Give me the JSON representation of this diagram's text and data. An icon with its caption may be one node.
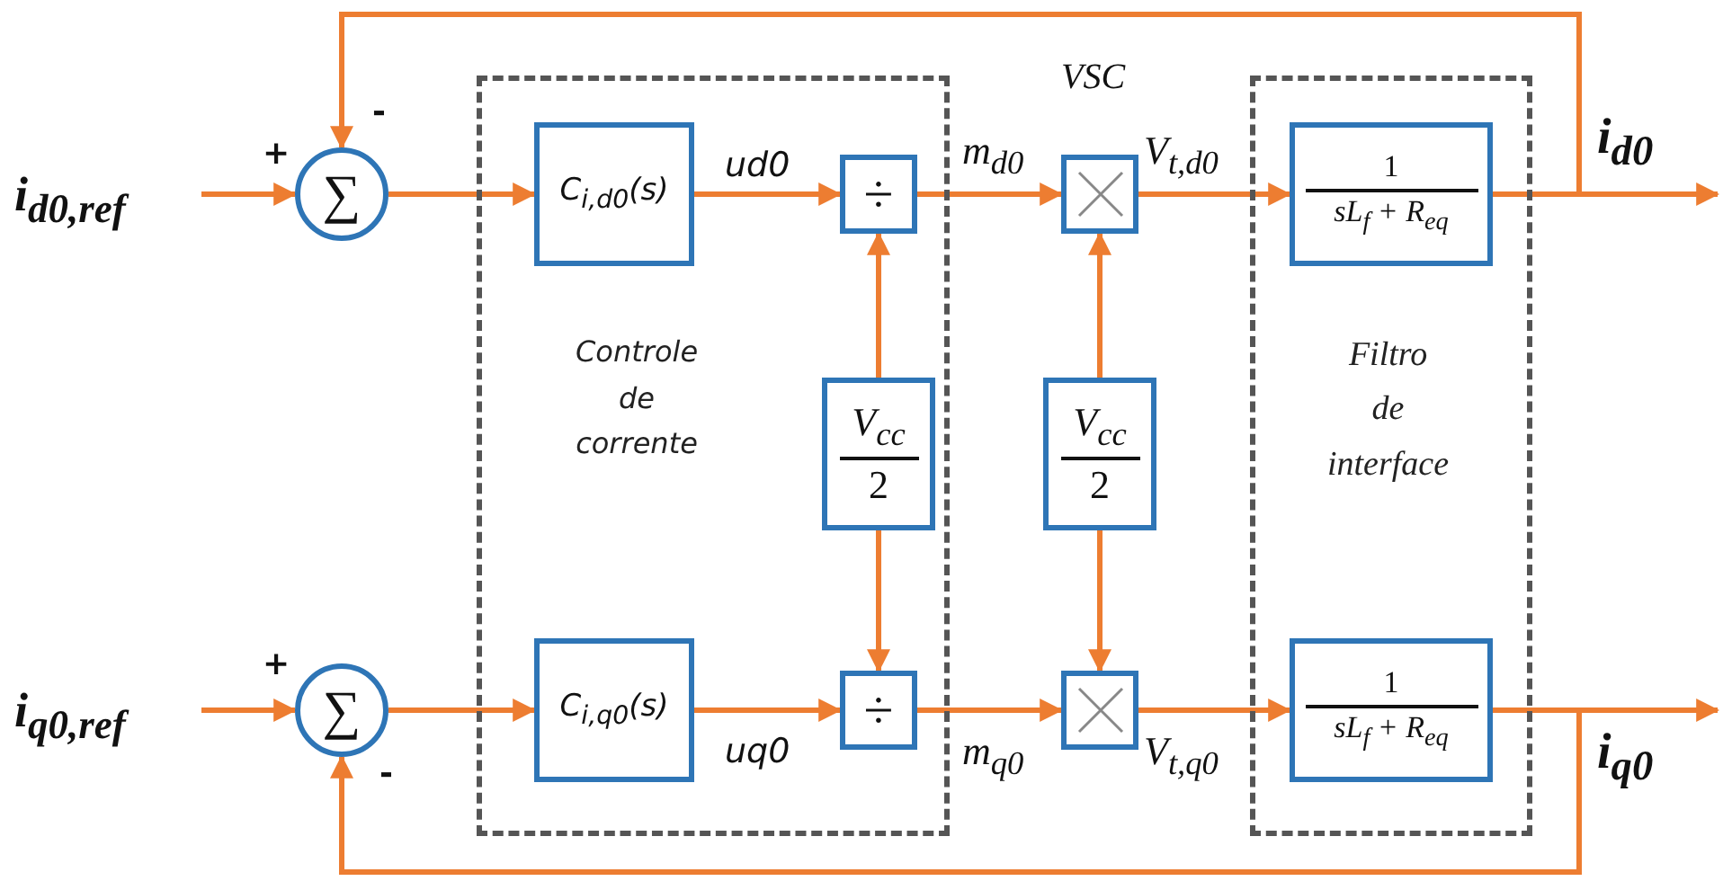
{
  "diagram": {
    "nodes": [
      {
        "text": [
          "Controle de corrente"
        ]
      },
      {
        "text": [
          "Filtro de interface"
        ]
      },
      {
        "text": [
          "i$_{d0,ref}$"
        ]
      },
      {
        "text": [
          "∑"
        ]
      },
      {
        "text": [
          "C$_{i,d0}$(s)"
        ],
        "in": 0
      },
      {
        "text": [
          "÷"
        ],
        "in": 0
      },
      {
        "text": [],
        "shape": "box"
      },
      {
        "text": [
          "1",
          "sL$_{f}$ + R$_{eq}$"
        ],
        "in": 1
      },
      {
        "text": [
          "V$_{cc}$",
          "2"
        ],
        "in": 0
      },
      {
        "text": [
          "V$_{cc}$",
          "2"
        ]
      },
      {
        "text": [
          "i$_{q0,ref}$"
        ]
      },
      {
        "text": [
          "∑"
        ]
      },
      {
        "text": [
          "C$_{i,q0}$(s)"
        ],
        "in": 0
      },
      {
        "text": [
          "÷"
        ],
        "in": 0
      },
      {
        "text": [],
        "shape": "box"
      },
      {
        "text": [
          "1",
          "sL$_{f}$ + R$_{eq}$"
        ],
        "in": 1
      }
    ],
    "edges": [
      {
        "from": 2,
        "to": 3,
        "arrow": "to"
      },
      {
        "from": 3,
        "to": 4,
        "arrow": "to"
      },
      {
        "from": 4,
        "to": 5,
        "arrow": "to",
        "label": "ud0"
      },
      {
        "from": 5,
        "to": 6,
        "arrow": "to",
        "label": "m$_{d0}$"
      },
      {
        "from": 6,
        "to": 7,
        "arrow": "to",
        "label": "V$_{t,d0}$"
      },
      {
        "from": 7,
        "to": null,
        "arrow": "to",
        "label": "i$_{d0}$"
      },
      {
        "from": 7,
        "to": 3,
        "arrow": "to"
      },
      {
        "from": 8,
        "to": 5,
        "arrow": "to"
      },
      {
        "from": 8,
        "to": 13,
        "arrow": "to"
      },
      {
        "from": 9,
        "to": 6,
        "arrow": "to"
      },
      {
        "from": 9,
        "to": 14,
        "arrow": "to"
      },
      {
        "from": 10,
        "to": 11,
        "arrow": "to"
      },
      {
        "from": 11,
        "to": 12,
        "arrow": "to"
      },
      {
        "from": 12,
        "to": 13,
        "arrow": "to",
        "label": "uq0"
      },
      {
        "from": 13,
        "to": 14,
        "arrow": "to",
        "label": "m$_{q0}$"
      },
      {
        "from": 14,
        "to": 15,
        "arrow": "to",
        "label": "V$_{t,q0}$"
      },
      {
        "from": 15,
        "to": null,
        "arrow": "to",
        "label": "i$_{q0}$"
      },
      {
        "from": 15,
        "to": 11,
        "arrow": "to"
      }
    ],
    "labels": [
      "VSC",
      "-",
      "+",
      "+",
      "-"
    ]
  }
}
